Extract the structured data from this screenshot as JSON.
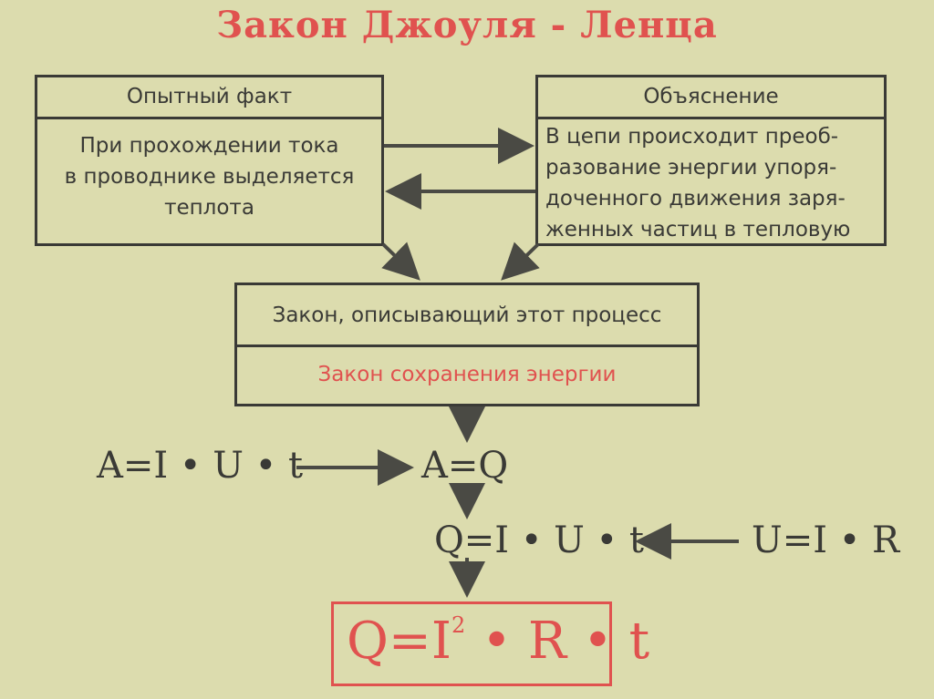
{
  "title": "Закон Джоуля - Ленца",
  "fact": {
    "header": "Опытный факт",
    "lines": [
      "При прохождении тока",
      "в проводнике выделяется",
      "теплота"
    ]
  },
  "explanation": {
    "header": "Объяснение",
    "lines": [
      "В цепи происходит преоб-",
      "разование энергии упоря-",
      "доченного движения заря-",
      "женных частиц в тепловую"
    ]
  },
  "law": {
    "header": "Закон,  описывающий этот процесс",
    "body": "Закон сохранения энергии"
  },
  "formulas": {
    "work": "A=I • U • t",
    "equality": "A=Q",
    "heat": "Q=I • U • t",
    "ohm": "U=I • R",
    "final_prefix": "Q=I",
    "final_exp": "2",
    "final_suffix": " • R • t"
  },
  "colors": {
    "accent": "#e0524f",
    "ink": "#3a3a36",
    "background": "#dcdcae"
  }
}
